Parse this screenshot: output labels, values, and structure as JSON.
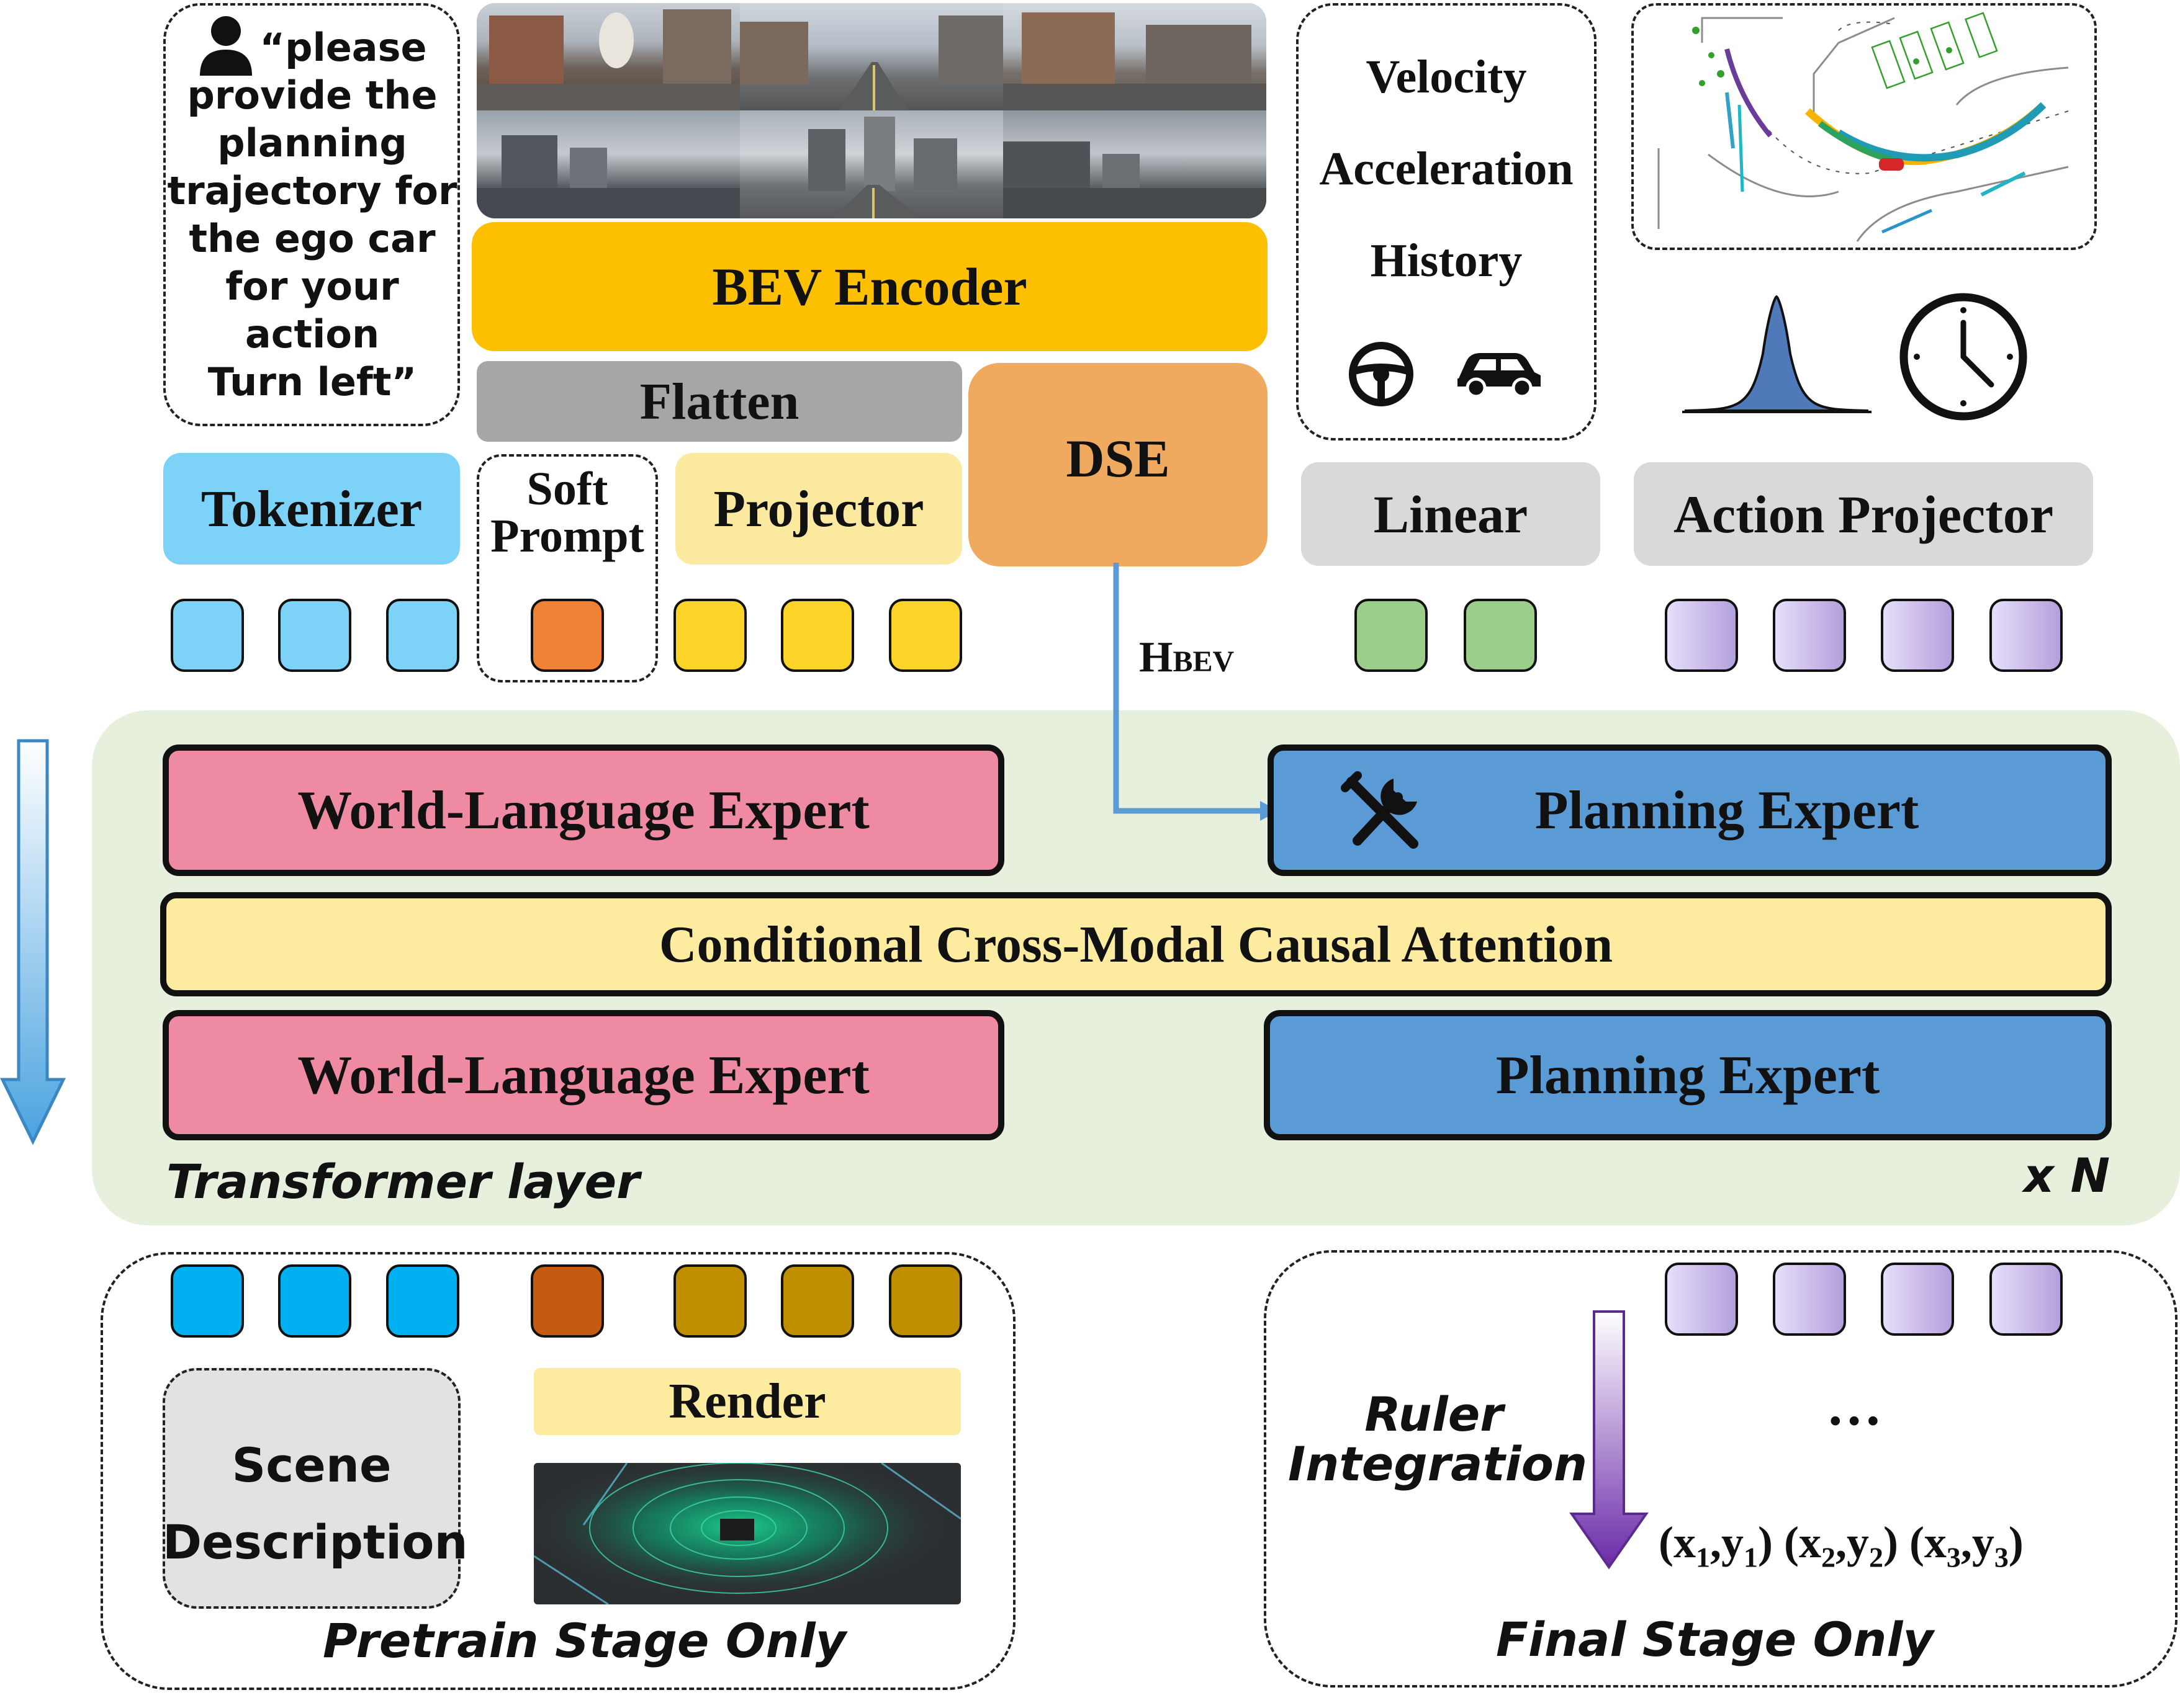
{
  "prompt": {
    "text_lines": [
      "“please",
      "provide the",
      "planning",
      "trajectory for",
      "the ego car",
      "for your",
      "action",
      "Turn left”"
    ]
  },
  "camera_images": [
    "camera-front-left",
    "camera-front",
    "camera-front-right",
    "camera-back-left",
    "camera-back",
    "camera-back-right"
  ],
  "encoder": {
    "bev_encoder": "BEV Encoder",
    "flatten": "Flatten",
    "dse": "DSE",
    "hbev": {
      "main": "H",
      "sub": "BEV"
    }
  },
  "ego_state": {
    "lines": [
      "Velocity",
      "Acceleration",
      "History"
    ],
    "icons": [
      "steering-wheel-icon",
      "car-icon"
    ]
  },
  "action_icons": [
    "gaussian-curve-icon",
    "clock-icon"
  ],
  "modules": {
    "tokenizer": "Tokenizer",
    "soft_prompt": [
      "Soft",
      "Prompt"
    ],
    "projector": "Projector",
    "linear": "Linear",
    "action_projector": "Action Projector"
  },
  "transformer": {
    "world_language_expert_top": "World-Language Expert",
    "planning_expert_top": "Planning Expert",
    "attention": "Conditional Cross-Modal Causal Attention",
    "world_language_expert_bottom": "World-Language Expert",
    "planning_expert_bottom": "Planning Expert",
    "layer_label": "Transformer layer",
    "repeat": "x N"
  },
  "pretrain": {
    "scene_description": [
      "Scene",
      "Description"
    ],
    "render": "Render",
    "caption": "Pretrain Stage Only"
  },
  "final": {
    "ruler_integration": [
      "Ruler",
      "Integration"
    ],
    "ellipsis": "…",
    "points": [
      {
        "x": "x",
        "xs": "1",
        "y": "y",
        "ys": "1"
      },
      {
        "x": "x",
        "xs": "2",
        "y": "y",
        "ys": "2"
      },
      {
        "x": "x",
        "xs": "3",
        "y": "y",
        "ys": "3"
      }
    ],
    "caption": "Final Stage Only"
  },
  "colors": {
    "tokenizer": "#7dd3f7",
    "soft_prompt_token": "#f08236",
    "projector": "#fce9a0",
    "projector_token": "#fcd428",
    "bev_encoder": "#fdc000",
    "flatten": "#a6a6a6",
    "dse": "#f0aa60",
    "linear_token": "#9bce8a",
    "action_token": "#c9bde6",
    "world_language": "#ee8aa1",
    "planning": "#5b9bd5",
    "attention": "#fdeba0",
    "transformer_bg": "#e7f0dd",
    "out_text_token": "#00b0f0",
    "out_soft_token": "#c55a11",
    "out_proj_token": "#bf8f00"
  }
}
